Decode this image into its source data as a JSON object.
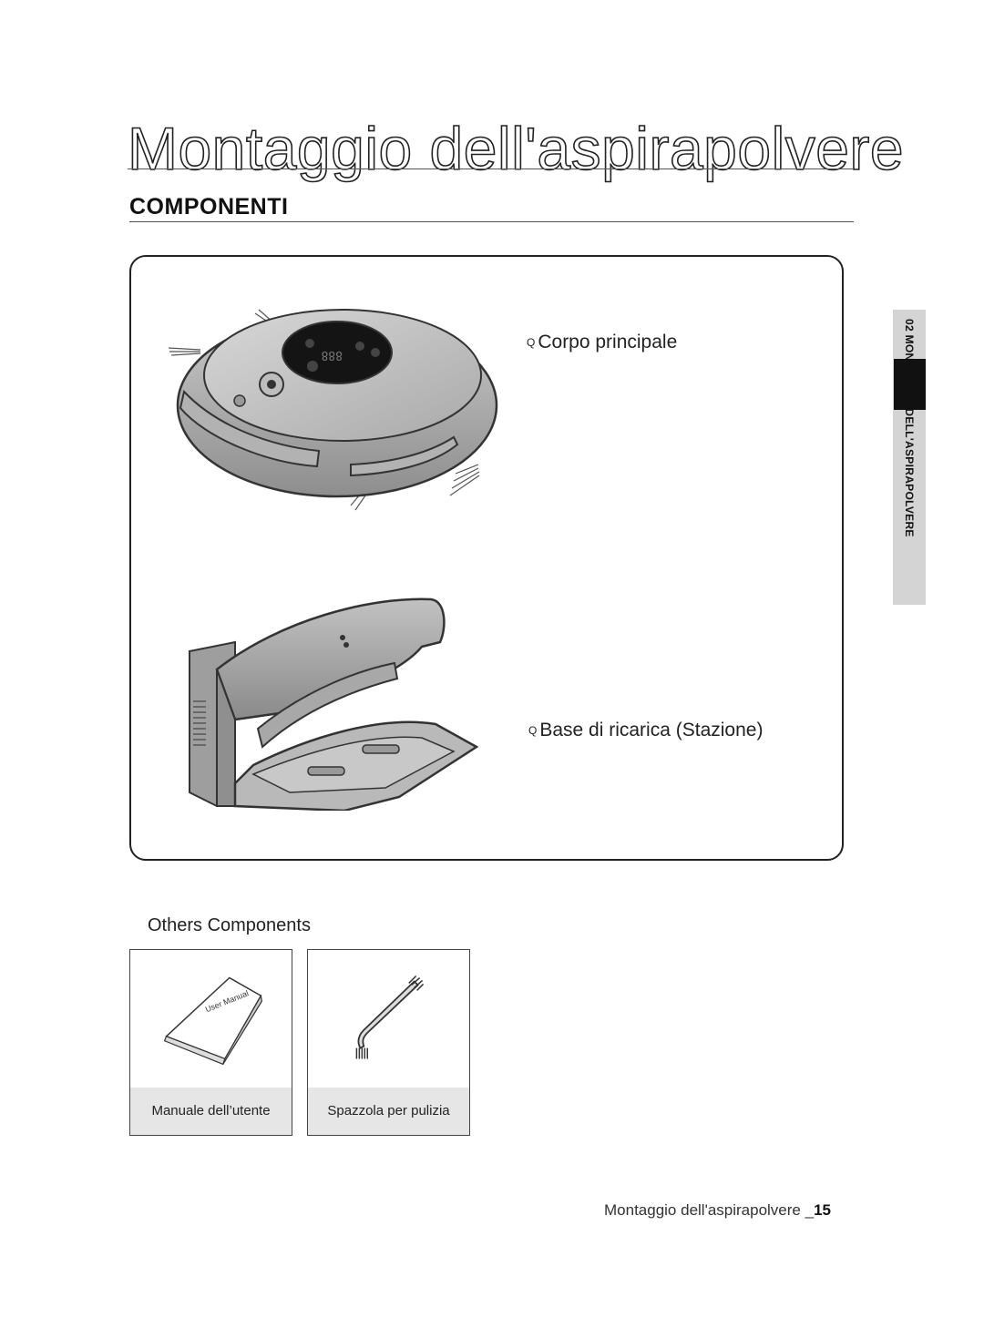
{
  "page": {
    "title": "Montaggio dell'aspirapolvere",
    "section_heading": "COMPONENTI"
  },
  "main_components": [
    {
      "marker": "Q",
      "label": "Corpo principale"
    },
    {
      "marker": "Q",
      "label": "Base di ricarica (Stazione)"
    }
  ],
  "robot_display_text": "888",
  "others": {
    "heading": "Others Components",
    "items": [
      {
        "caption": "Manuale dell’utente",
        "cover_text": "User Manual"
      },
      {
        "caption": "Spazzola per pulizia"
      }
    ]
  },
  "side_tab": {
    "label": "02  MONTAGGIO DELL'ASPIRAPOLVERE"
  },
  "footer": {
    "text": "Montaggio dell'aspirapolvere _",
    "page_number": "15"
  }
}
